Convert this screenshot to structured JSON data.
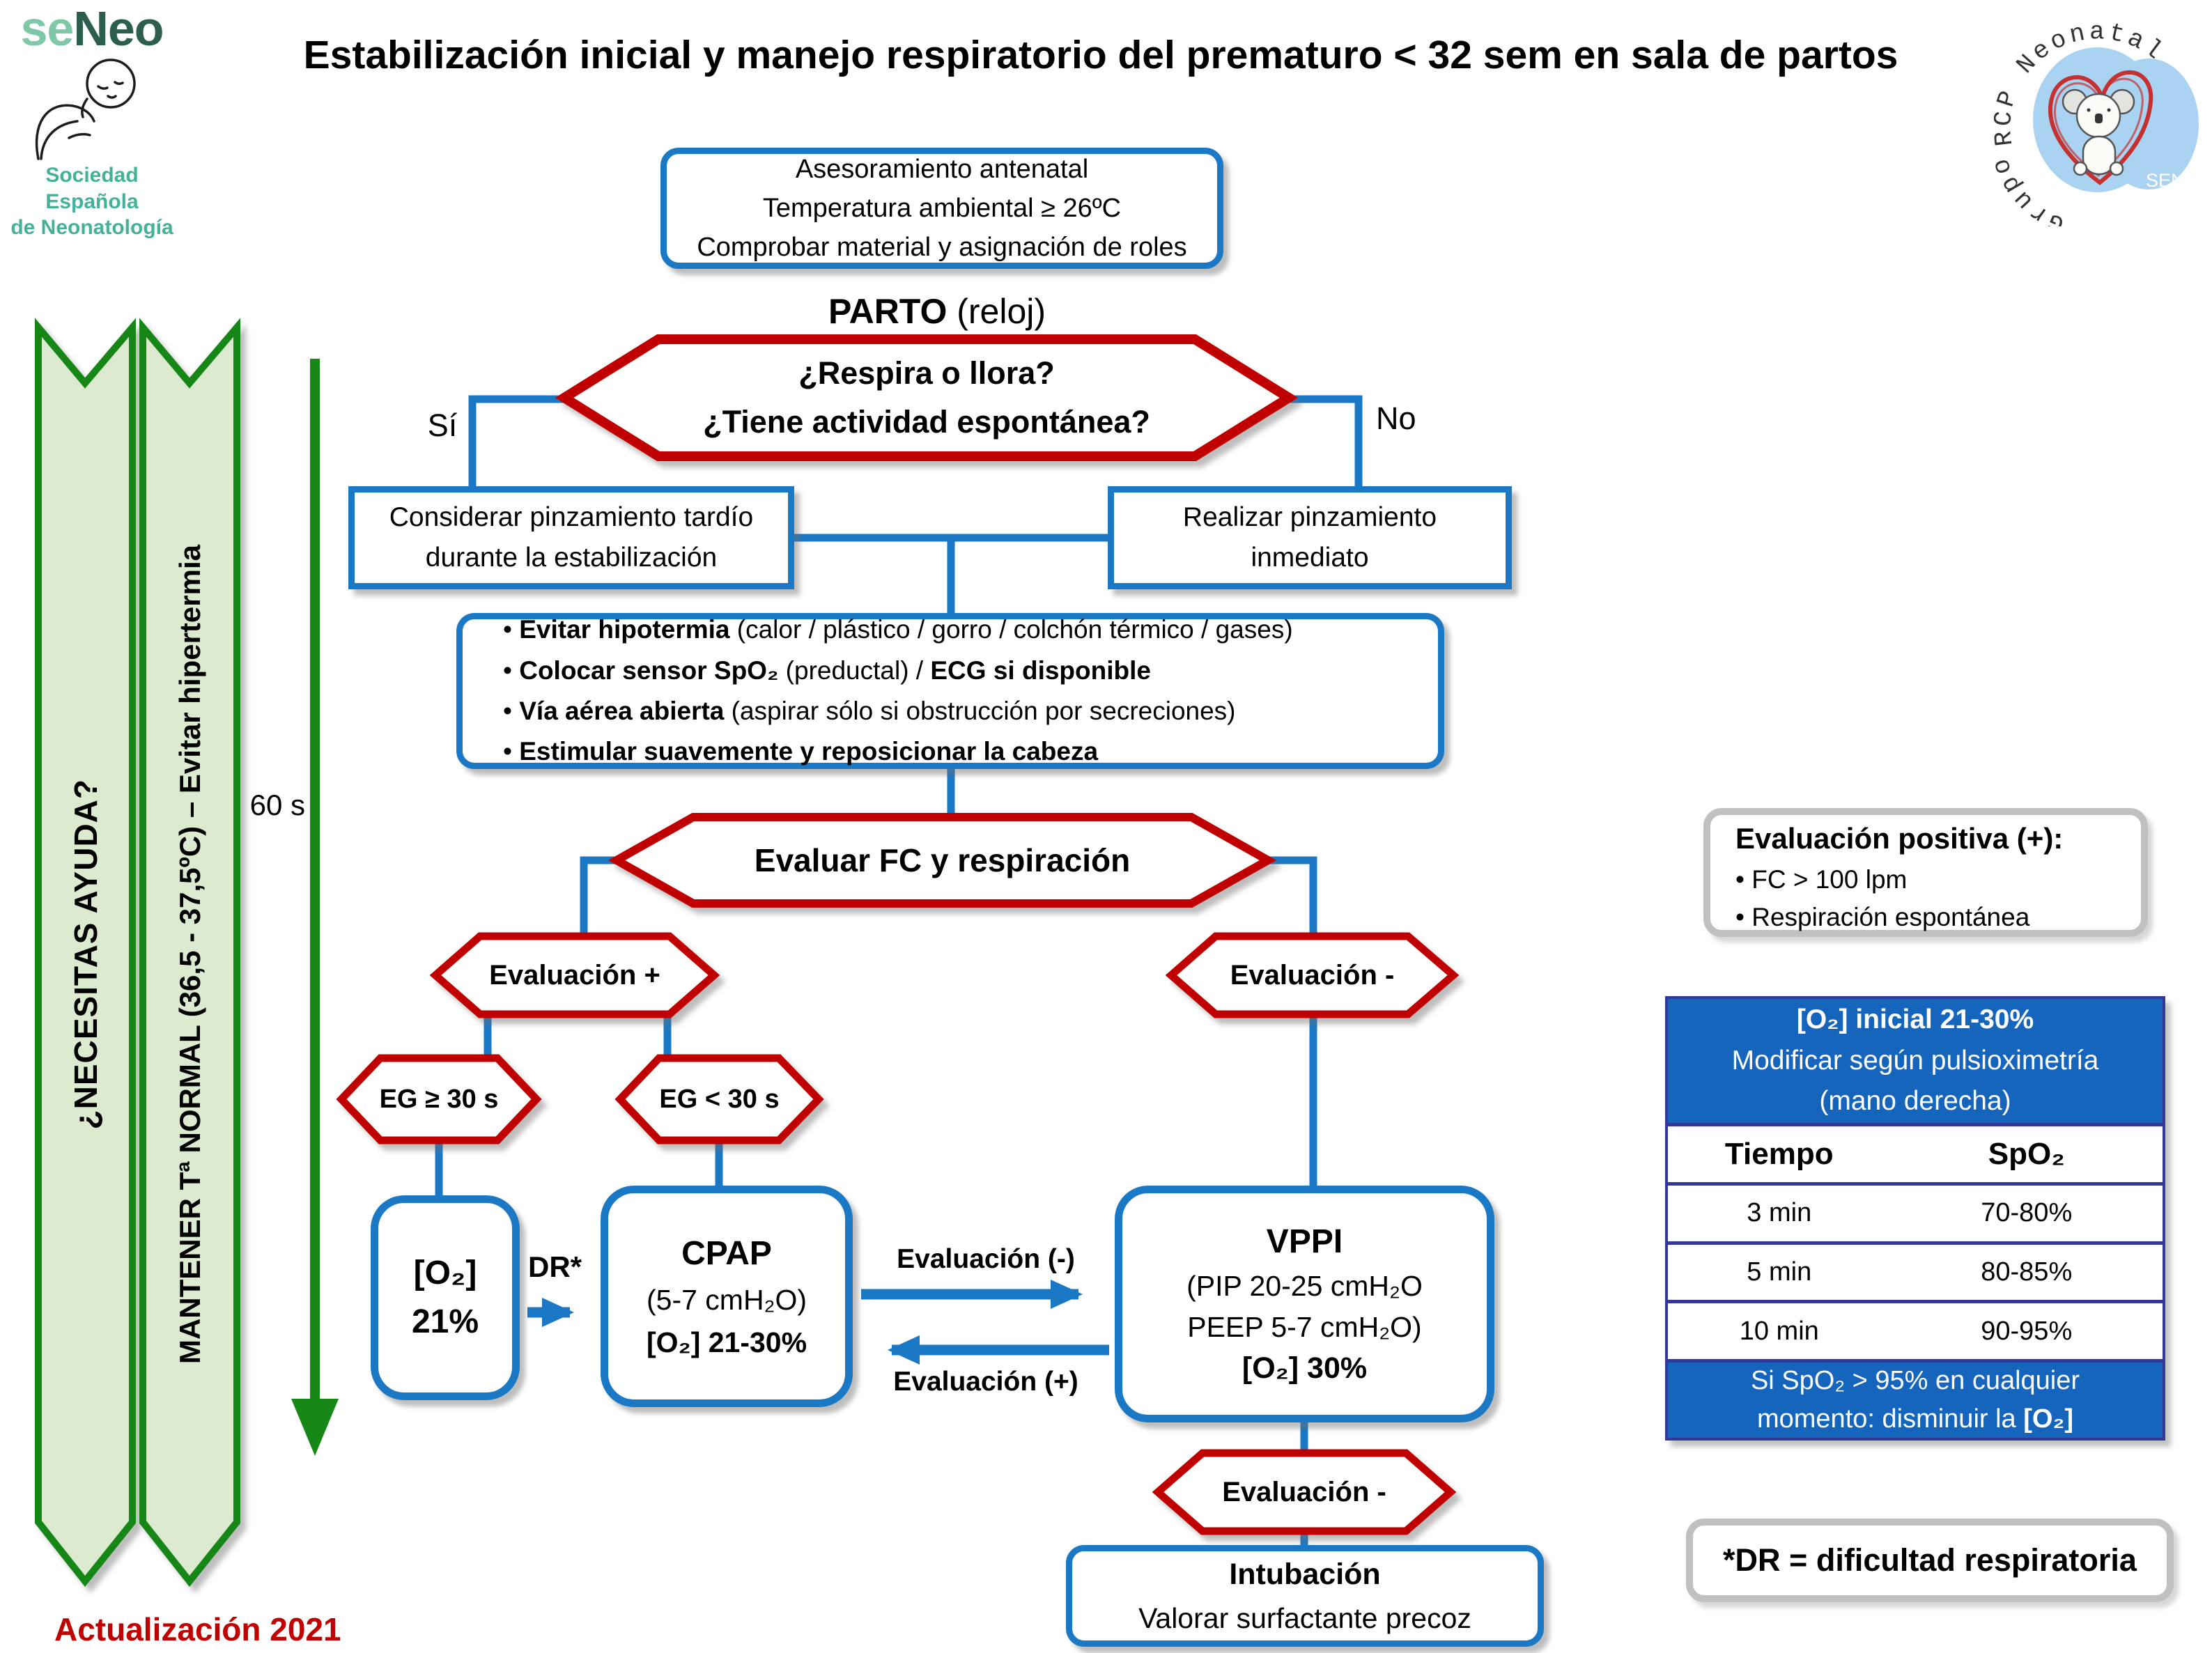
{
  "header": {
    "title": "Estabilización inicial y manejo respiratorio del prematuro < 32 sem en sala de partos",
    "logo": {
      "brand_se": "se",
      "brand_neo": "Neo",
      "subtitle_line1": "Sociedad Española",
      "subtitle_line2": "de Neonatología"
    },
    "badge": {
      "arc_top": "RCP Neonatal",
      "arc_bottom": "Grupo",
      "seneo": "SENeo"
    }
  },
  "left": {
    "ribbon_help": "¿NECESITAS AYUDA?",
    "ribbon_temp": "MANTENER  Tª  NORMAL (36,5 - 37,5ºC) – Evitar hipertermia",
    "timer_label": "60 s"
  },
  "flow": {
    "antenatal": {
      "line1": "Asesoramiento antenatal",
      "line2": "Temperatura ambiental ≥ 26ºC",
      "line3": "Comprobar material y asignación de roles"
    },
    "parto_bold": "PARTO",
    "parto_regular": " (reloj)",
    "q1_line1": "¿Respira o llora?",
    "q1_line2": "¿Tiene actividad espontánea?",
    "yes_label": "Sí",
    "no_label": "No",
    "delayed_clamp_line1": "Considerar pinzamiento tardío",
    "delayed_clamp_line2": "durante la estabilización",
    "immediate_clamp_line1": "Realizar pinzamiento",
    "immediate_clamp_line2": "inmediato",
    "care_bullets": [
      [
        {
          "t": "• ",
          "b": false
        },
        {
          "t": "Evitar hipotermia",
          "b": true
        },
        {
          "t": " (calor / plástico / gorro / colchón térmico / gases)",
          "b": false
        }
      ],
      [
        {
          "t": "• ",
          "b": false
        },
        {
          "t": "Colocar sensor SpO₂",
          "b": true
        },
        {
          "t": " (preductal) / ",
          "b": false
        },
        {
          "t": "ECG si disponible",
          "b": true
        }
      ],
      [
        {
          "t": "• ",
          "b": false
        },
        {
          "t": "Vía aérea abierta",
          "b": true
        },
        {
          "t": " (aspirar sólo si obstrucción por secreciones)",
          "b": false
        }
      ],
      [
        {
          "t": "• ",
          "b": false
        },
        {
          "t": "Estimular suavemente y reposicionar la cabeza",
          "b": true
        }
      ]
    ],
    "eval_fc": "Evaluar FC y respiración",
    "eval_plus": "Evaluación +",
    "eval_minus": "Evaluación -",
    "eg_ge": "EG ≥ 30 s",
    "eg_lt": "EG < 30 s",
    "o2_line1": "[O₂]",
    "o2_line2": "21%",
    "dr_label": "DR*",
    "cpap_line1": "CPAP",
    "cpap_line2": "(5-7 cmH₂O)",
    "cpap_line3": "[O₂] 21-30%",
    "arrow_neg_label": "Evaluación  (-)",
    "arrow_pos_label": "Evaluación  (+)",
    "vppi_line1": "VPPI",
    "vppi_line2": "(PIP 20-25 cmH₂O",
    "vppi_line3": "PEEP 5-7 cmH₂O)",
    "vppi_line4": "[O₂] 30%",
    "eval_minus2": "Evaluación -",
    "intubation_line1": "Intubación",
    "intubation_line2": "Valorar surfactante precoz"
  },
  "sidebar": {
    "positive_eval": {
      "title": "Evaluación positiva (+):",
      "bullet1": "• FC > 100 lpm",
      "bullet2": "• Respiración espontánea"
    },
    "spo2_table": {
      "title_line1": "[O₂] inicial 21-30%",
      "title_line2": "Modificar según pulsioximetría",
      "title_line3": "(mano derecha)",
      "col_time": "Tiempo",
      "col_spo2": "SpO₂",
      "rows": [
        {
          "time": "3 min",
          "spo2": "70-80%"
        },
        {
          "time": "5 min",
          "spo2": "80-85%"
        },
        {
          "time": "10 min",
          "spo2": "90-95%"
        }
      ],
      "footer_line1": [
        {
          "t": "Si SpO₂ > 95% en cualquier",
          "b": false
        }
      ],
      "footer_line2": [
        {
          "t": "momento: disminuir la ",
          "b": false
        },
        {
          "t": "[O₂]",
          "b": true
        }
      ]
    },
    "dr_note": "*DR = dificultad respiratoria"
  },
  "footer": {
    "update": "Actualización 2021"
  },
  "colors": {
    "blue": "#1b78c4",
    "red": "#c00000",
    "green": "#178717",
    "green_fill": "#dcead0",
    "table_blue": "#1565bd",
    "table_border": "#33379b"
  }
}
